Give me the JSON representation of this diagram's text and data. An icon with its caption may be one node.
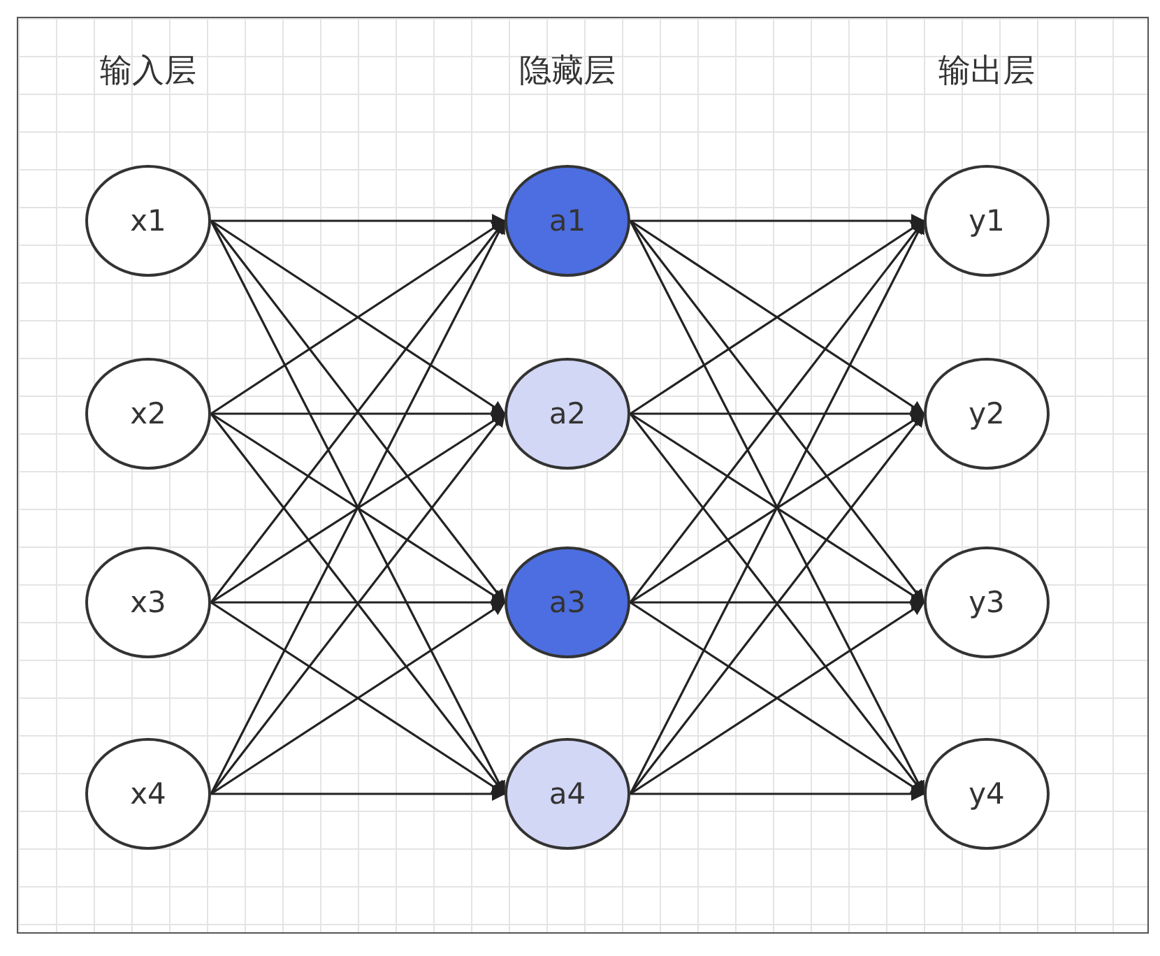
{
  "diagram": {
    "nodes": [
      {
        "text": [
          "x1"
        ]
      },
      {
        "text": [
          "x2"
        ]
      },
      {
        "text": [
          "x3"
        ]
      },
      {
        "text": [
          "x4"
        ]
      },
      {
        "text": [
          "a1"
        ]
      },
      {
        "text": [
          "a2"
        ]
      },
      {
        "text": [
          "a3"
        ]
      },
      {
        "text": [
          "a4"
        ]
      },
      {
        "text": [
          "y1"
        ]
      },
      {
        "text": [
          "y2"
        ]
      },
      {
        "text": [
          "y3"
        ]
      },
      {
        "text": [
          "y4"
        ]
      }
    ],
    "edges": [
      {
        "from": 0,
        "to": 4,
        "arrow": "to"
      },
      {
        "from": 0,
        "to": 5,
        "arrow": "to"
      },
      {
        "from": 0,
        "to": 6,
        "arrow": "to"
      },
      {
        "from": 0,
        "to": 7,
        "arrow": "to"
      },
      {
        "from": 1,
        "to": 4,
        "arrow": "to"
      },
      {
        "from": 1,
        "to": 5,
        "arrow": "to"
      },
      {
        "from": 1,
        "to": 6,
        "arrow": "to"
      },
      {
        "from": 1,
        "to": 7,
        "arrow": "to"
      },
      {
        "from": 2,
        "to": 4,
        "arrow": "to"
      },
      {
        "from": 2,
        "to": 5,
        "arrow": "to"
      },
      {
        "from": 2,
        "to": 6,
        "arrow": "to"
      },
      {
        "from": 2,
        "to": 7,
        "arrow": "to"
      },
      {
        "from": 3,
        "to": 4,
        "arrow": "to"
      },
      {
        "from": 3,
        "to": 5,
        "arrow": "to"
      },
      {
        "from": 3,
        "to": 6,
        "arrow": "to"
      },
      {
        "from": 3,
        "to": 7,
        "arrow": "to"
      },
      {
        "from": 4,
        "to": 8,
        "arrow": "to"
      },
      {
        "from": 4,
        "to": 9,
        "arrow": "to"
      },
      {
        "from": 4,
        "to": 10,
        "arrow": "to"
      },
      {
        "from": 4,
        "to": 11,
        "arrow": "to"
      },
      {
        "from": 5,
        "to": 8,
        "arrow": "to"
      },
      {
        "from": 5,
        "to": 9,
        "arrow": "to"
      },
      {
        "from": 5,
        "to": 10,
        "arrow": "to"
      },
      {
        "from": 5,
        "to": 11,
        "arrow": "to"
      },
      {
        "from": 6,
        "to": 8,
        "arrow": "to"
      },
      {
        "from": 6,
        "to": 9,
        "arrow": "to"
      },
      {
        "from": 6,
        "to": 10,
        "arrow": "to"
      },
      {
        "from": 6,
        "to": 11,
        "arrow": "to"
      },
      {
        "from": 7,
        "to": 8,
        "arrow": "to"
      },
      {
        "from": 7,
        "to": 9,
        "arrow": "to"
      },
      {
        "from": 7,
        "to": 10,
        "arrow": "to"
      },
      {
        "from": 7,
        "to": 11,
        "arrow": "to"
      }
    ],
    "labels": [
      "输入层",
      "隐藏层",
      "输出层"
    ]
  }
}
